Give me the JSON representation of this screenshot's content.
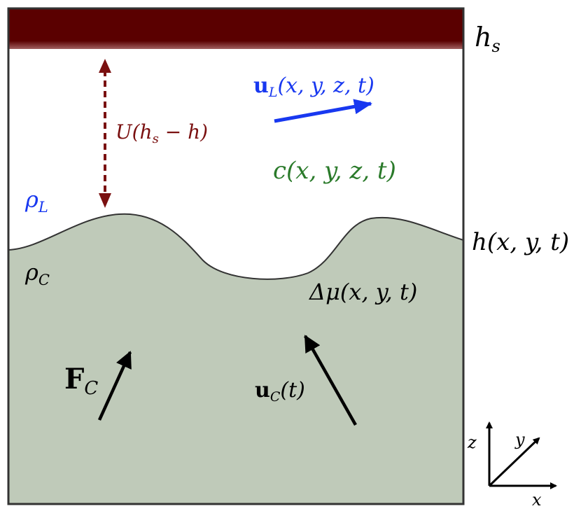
{
  "colors": {
    "substrate": "#5a0000",
    "substrate_glow": "#b07070",
    "liquid": "#ffffff",
    "crystal": "#bfcab9",
    "frame": "#333333",
    "interface_line": "#333333",
    "dashed_arrow": "#7a1010",
    "blue_arrow": "#1838f0",
    "green_text": "#2a7a2a",
    "black": "#000000"
  },
  "labels": {
    "hs": {
      "main": "h",
      "sub": "s"
    },
    "uL": {
      "bold": "u",
      "sub": "L",
      "args": "(x, y, z, t)"
    },
    "U": {
      "text": "U(h",
      "sub": "s",
      "rest": " − h)"
    },
    "c": {
      "text": "c(x, y, z, t)"
    },
    "rhoL": {
      "main": "ρ",
      "sub": "L"
    },
    "rhoC": {
      "main": "ρ",
      "sub": "C"
    },
    "h": {
      "text": "h(x, y, t)"
    },
    "dmu": {
      "text": "Δμ(x, y, t)"
    },
    "FC": {
      "bold": "F",
      "sub": "C"
    },
    "uC": {
      "bold": "u",
      "sub": "C",
      "args": "(t)"
    }
  },
  "axes_glyph": {
    "z": "z",
    "y": "y",
    "x": "x"
  }
}
